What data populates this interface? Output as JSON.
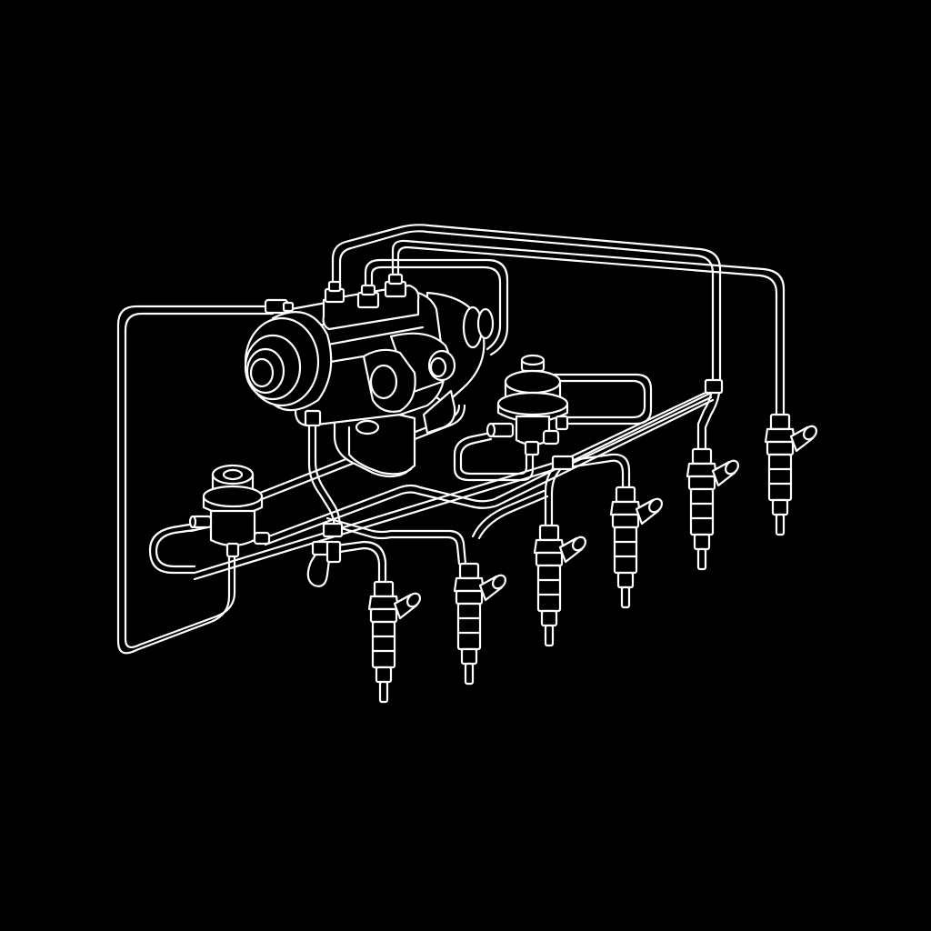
{
  "diagram": {
    "labels": [],
    "colors": {
      "background": "#000000",
      "stroke": "#ffffff"
    },
    "components": {
      "pump": "high-pressure-fuel-pump",
      "regulators": [
        "pressure-regulator-left",
        "pressure-regulator-center"
      ],
      "injectors": [
        "injector-1",
        "injector-2",
        "injector-3",
        "injector-4",
        "injector-5",
        "injector-6"
      ]
    }
  }
}
